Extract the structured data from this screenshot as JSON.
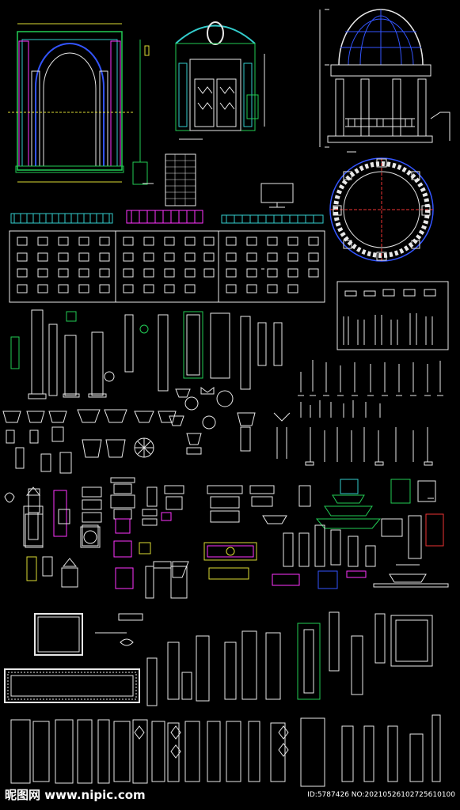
{
  "watermark": {
    "site": "昵图网 www.nipic.com",
    "id_line": "ID:5787426 NO:20210526102725610100"
  },
  "colors": {
    "background": "#000000",
    "line_white": "#e8e8e8",
    "line_green": "#22cc55",
    "line_cyan": "#33cccc",
    "line_magenta": "#ff33ff",
    "line_yellow": "#dddd33",
    "line_blue": "#3355ff",
    "line_red": "#ee3333"
  },
  "drawings": [
    {
      "name": "arch-door-elevation",
      "icon": "arch-doorway-icon"
    },
    {
      "name": "ornate-gate-elevation",
      "icon": "ornate-gate-icon"
    },
    {
      "name": "dome-pavilion-elevation",
      "icon": "dome-pavilion-icon"
    },
    {
      "name": "pavilion-plan",
      "icon": "circular-plan-icon"
    },
    {
      "name": "column-catalog-sheet",
      "icon": "column-catalog-icon"
    },
    {
      "name": "baluster-collection",
      "icon": "baluster-icon"
    },
    {
      "name": "planter-collection",
      "icon": "planter-icon"
    },
    {
      "name": "capital-collection",
      "icon": "column-capital-icon"
    },
    {
      "name": "fountain-collection",
      "icon": "fountain-icon"
    },
    {
      "name": "frame-molding",
      "icon": "frame-icon"
    },
    {
      "name": "pilaster-collection",
      "icon": "pilaster-icon"
    }
  ]
}
